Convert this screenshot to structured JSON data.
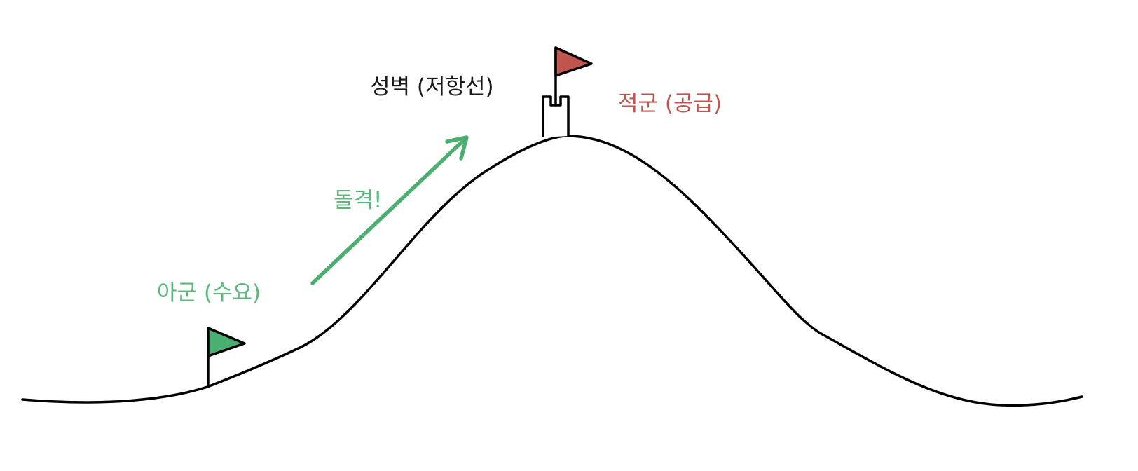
{
  "labels": {
    "wall": "성벽 (저항선)",
    "enemy": "적군 (공급)",
    "charge": "돌격!",
    "ally": "아군 (수요)"
  },
  "colors": {
    "line": "#000000",
    "wall_text": "#1a1a1a",
    "enemy": "#c0554d",
    "ally": "#4caf72",
    "ally_text": "#5cb87e"
  },
  "icons": {
    "ally_flag": "green-flag-icon",
    "enemy_flag": "red-flag-icon",
    "castle": "castle-tower-icon",
    "charge_arrow": "arrow-up-right-icon"
  }
}
